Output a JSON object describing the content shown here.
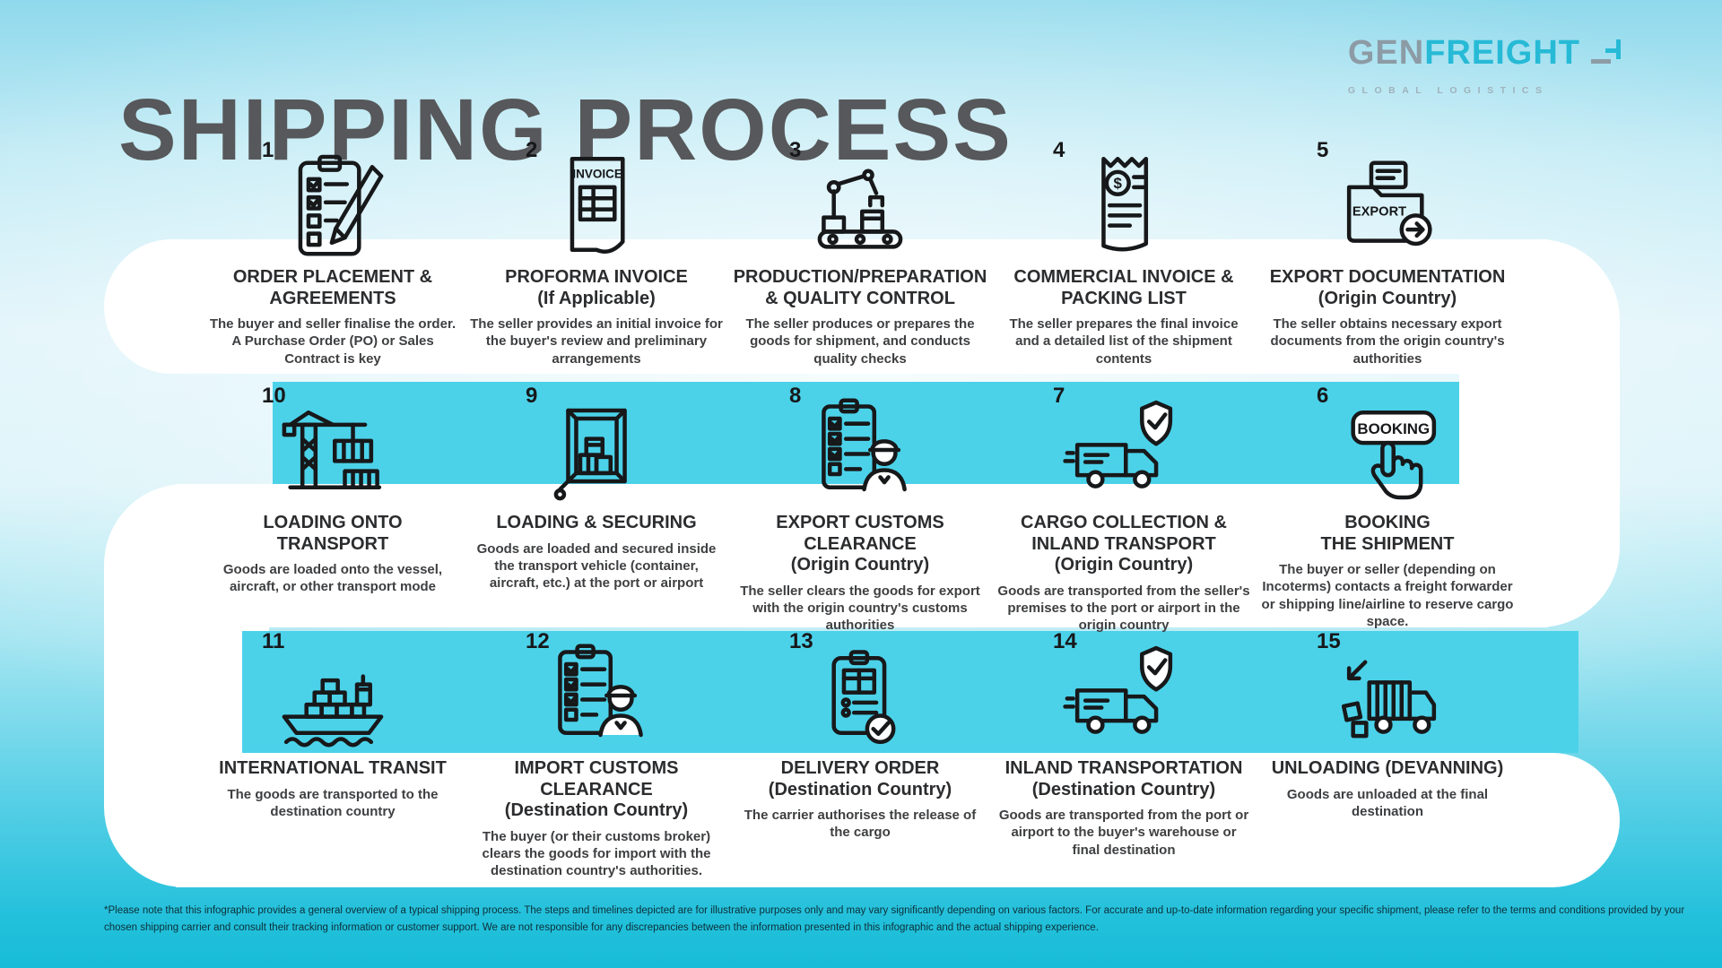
{
  "title": "SHIPPING PROCESS",
  "logo": {
    "part1": "GEN",
    "part2": "FREIGHT",
    "tagline": "GLOBAL LOGISTICS"
  },
  "colors": {
    "title_gray": "#57585B",
    "heading_dark": "#2B2C2E",
    "body_dark": "#3E3F41",
    "ribbon_white": "#FFFFFF",
    "strip_cyan": "#4BD2E9",
    "background_cyan": "#29C2DD",
    "logo_gray": "#8C9BA5",
    "logo_cyan": "#27BAD6"
  },
  "rows": [
    {
      "steps": [
        {
          "num": 1,
          "icon": "clipboard-pencil",
          "title": "ORDER PLACEMENT &\nAGREEMENTS",
          "desc": "The buyer and seller finalise the order. A Purchase Order (PO) or Sales Contract is key"
        },
        {
          "num": 2,
          "icon": "invoice-document",
          "title": "PROFORMA INVOICE\n(If Applicable)",
          "desc": "The seller provides an initial invoice for the buyer's review and preliminary arrangements"
        },
        {
          "num": 3,
          "icon": "production-line",
          "title": "PRODUCTION/PREPARATION\n& QUALITY CONTROL",
          "desc": "The seller produces or prepares the goods for shipment, and conducts quality checks"
        },
        {
          "num": 4,
          "icon": "receipt-dollar",
          "title": "COMMERCIAL INVOICE &\nPACKING LIST",
          "desc": "The seller prepares the final invoice and a detailed list of the shipment contents"
        },
        {
          "num": 5,
          "icon": "export-folder",
          "title": "EXPORT DOCUMENTATION\n(Origin Country)",
          "desc": "The seller obtains necessary export documents from the origin country's authorities"
        }
      ]
    },
    {
      "steps": [
        {
          "num": 10,
          "icon": "crane",
          "title": "LOADING ONTO\nTRANSPORT",
          "desc": "Goods are loaded onto the vessel, aircraft, or other transport mode"
        },
        {
          "num": 9,
          "icon": "container-boxes",
          "title": "LOADING & SECURING",
          "desc": "Goods are loaded and secured inside the transport vehicle (container, aircraft, etc.) at the port or airport"
        },
        {
          "num": 8,
          "icon": "customs-officer",
          "title": "EXPORT CUSTOMS\nCLEARANCE\n(Origin Country)",
          "desc": "The seller clears the goods for export with the origin country's customs authorities"
        },
        {
          "num": 7,
          "icon": "truck-shield",
          "title": "CARGO COLLECTION &\nINLAND TRANSPORT\n(Origin Country)",
          "desc": "Goods are transported from the seller's premises to the port or airport in the origin country"
        },
        {
          "num": 6,
          "icon": "booking-button",
          "title": "BOOKING\nTHE SHIPMENT",
          "desc": "The buyer or seller (depending on Incoterms) contacts a freight forwarder or shipping line/airline to reserve cargo space."
        }
      ]
    },
    {
      "steps": [
        {
          "num": 11,
          "icon": "cargo-ship",
          "title": "INTERNATIONAL TRANSIT",
          "desc": "The goods are transported to the destination country"
        },
        {
          "num": 12,
          "icon": "customs-officer",
          "title": "IMPORT CUSTOMS\nCLEARANCE\n(Destination Country)",
          "desc": "The buyer (or their customs broker) clears the goods for import with the destination country's authorities."
        },
        {
          "num": 13,
          "icon": "delivery-checklist",
          "title": "DELIVERY ORDER\n(Destination Country)",
          "desc": "The carrier authorises the release of the cargo"
        },
        {
          "num": 14,
          "icon": "truck-shield",
          "title": "INLAND TRANSPORTATION\n(Destination Country)",
          "desc": "Goods are transported from the port or airport to the buyer's warehouse or final destination"
        },
        {
          "num": 15,
          "icon": "truck-unloading",
          "title": "UNLOADING (DEVANNING)",
          "desc": "Goods are unloaded at the final destination"
        }
      ]
    }
  ],
  "footer": {
    "disclaimer": "*Please note that this infographic provides a general overview of a typical shipping process. The steps and timelines depicted are for illustrative purposes only and may vary significantly depending on various factors. For accurate and up-to-date information regarding your specific shipment, please refer to the terms and conditions provided by your chosen shipping carrier and consult their tracking information or customer support. We are not responsible for any discrepancies between the information presented in this infographic and the actual shipping experience."
  }
}
